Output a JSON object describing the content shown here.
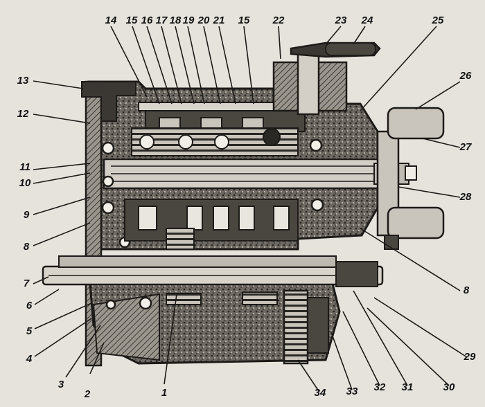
{
  "callouts": [
    {
      "id": "c1",
      "text": "1"
    },
    {
      "id": "c2",
      "text": "2"
    },
    {
      "id": "c3",
      "text": "3"
    },
    {
      "id": "c4",
      "text": "4"
    },
    {
      "id": "c5",
      "text": "5"
    },
    {
      "id": "c6",
      "text": "6"
    },
    {
      "id": "c7",
      "text": "7"
    },
    {
      "id": "c8a",
      "text": "8"
    },
    {
      "id": "c8b",
      "text": "8"
    },
    {
      "id": "c9",
      "text": "9"
    },
    {
      "id": "c10",
      "text": "10"
    },
    {
      "id": "c11",
      "text": "11"
    },
    {
      "id": "c12",
      "text": "12"
    },
    {
      "id": "c13",
      "text": "13"
    },
    {
      "id": "c14",
      "text": "14"
    },
    {
      "id": "c15a",
      "text": "15"
    },
    {
      "id": "c15b",
      "text": "15"
    },
    {
      "id": "c16",
      "text": "16"
    },
    {
      "id": "c17",
      "text": "17"
    },
    {
      "id": "c18",
      "text": "18"
    },
    {
      "id": "c19",
      "text": "19"
    },
    {
      "id": "c20",
      "text": "20"
    },
    {
      "id": "c21",
      "text": "21"
    },
    {
      "id": "c22",
      "text": "22"
    },
    {
      "id": "c23",
      "text": "23"
    },
    {
      "id": "c24",
      "text": "24"
    },
    {
      "id": "c25",
      "text": "25"
    },
    {
      "id": "c26",
      "text": "26"
    },
    {
      "id": "c27",
      "text": "27"
    },
    {
      "id": "c28",
      "text": "28"
    },
    {
      "id": "c29",
      "text": "29"
    },
    {
      "id": "c30",
      "text": "30"
    },
    {
      "id": "c31",
      "text": "31"
    },
    {
      "id": "c32",
      "text": "32"
    },
    {
      "id": "c33",
      "text": "33"
    },
    {
      "id": "c34",
      "text": "34"
    }
  ]
}
